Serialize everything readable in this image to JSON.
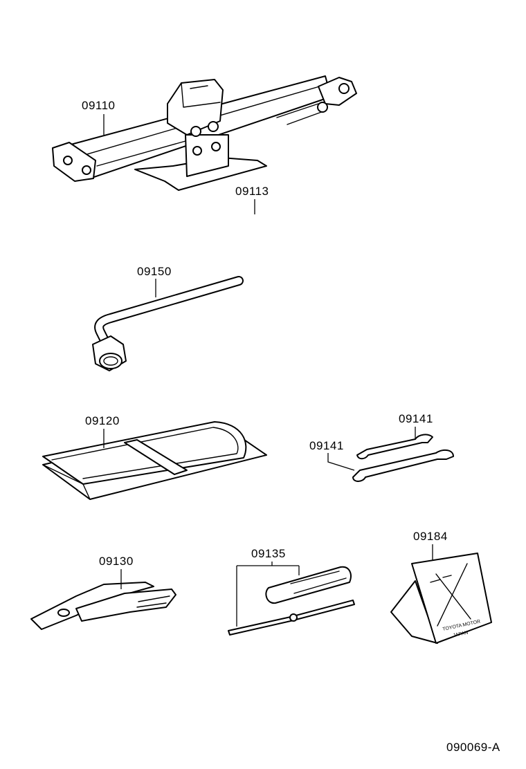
{
  "diagram_code": "090069-A",
  "parts": {
    "jack": "09110",
    "jack_handle": "09113",
    "wheel_wrench": "09150",
    "tool_bag": "09120",
    "wrench_upper": "09141",
    "wrench_lower": "09141",
    "pliers": "09130",
    "screwdriver": "09135",
    "wheel_chock": "09184"
  },
  "chock_print": {
    "line1": "TOYOTA MOTOR",
    "line2": "JAPAN"
  }
}
